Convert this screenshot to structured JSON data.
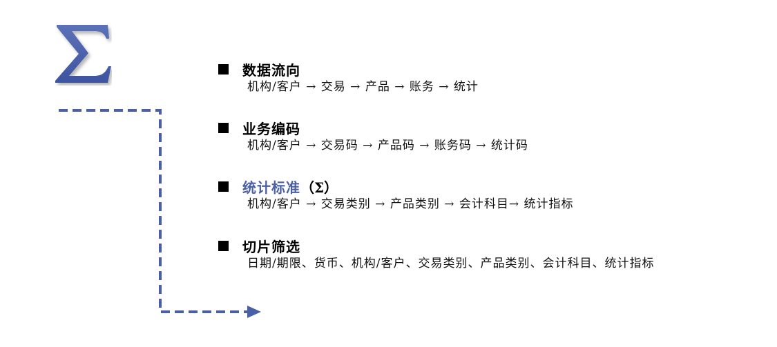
{
  "colors": {
    "accent": "#4A5FA6",
    "dash": "#4A5FA6",
    "text": "#000000"
  },
  "logo": {
    "icon": "sigma-icon"
  },
  "sections": [
    {
      "heading": "数据流向",
      "body": "机构/客户 → 交易 → 产品 → 账务 → 统计"
    },
    {
      "heading": "业务编码",
      "body": "机构/客户 → 交易码 → 产品码 → 账务码 → 统计码"
    },
    {
      "heading": "统计标准",
      "heading_suffix": "（Σ）",
      "body": "机构/客户 → 交易类别 → 产品类别 → 会计科目→ 统计指标"
    },
    {
      "heading": "切片筛选",
      "body": "日期/期限、货币、机构/客户、交易类别、产品类别、会计科目、统计指标"
    }
  ]
}
